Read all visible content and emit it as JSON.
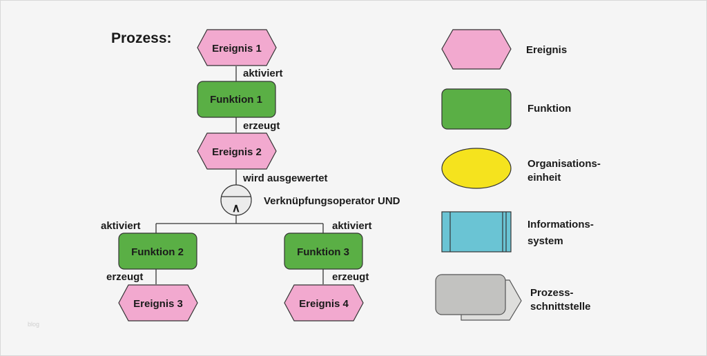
{
  "diagram": {
    "title": "Prozess:",
    "nodes": {
      "ereignis_1": "Ereignis 1",
      "funktion_1": "Funktion 1",
      "ereignis_2": "Ereignis 2",
      "operator_symbol": "∧",
      "funktion_2": "Funktion 2",
      "funktion_3": "Funktion 3",
      "ereignis_3": "Ereignis 3",
      "ereignis_4": "Ereignis 4"
    },
    "edges": {
      "e1_f1": "aktiviert",
      "f1_e2": "erzeugt",
      "e2_op": "wird ausgewertet",
      "operator_label": "Verknüpfungsoperator UND",
      "op_f2": "aktiviert",
      "op_f3": "aktiviert",
      "f2_e3": "erzeugt",
      "f3_e4": "erzeugt"
    }
  },
  "legend": {
    "ereignis": "Ereignis",
    "funktion": "Funktion",
    "org_line1": "Organisations-",
    "org_line2": "einheit",
    "info_line1": "Informations-",
    "info_line2": "system",
    "proz_line1": "Prozess-",
    "proz_line2": "schnittstelle"
  },
  "watermark": "blog",
  "colors": {
    "ereignis": "#f2a9cf",
    "funktion": "#5aaf45",
    "organisation": "#f5e31e",
    "informationssystem": "#6ac4d4",
    "prozessschnittstelle": "#c2c2c0"
  }
}
